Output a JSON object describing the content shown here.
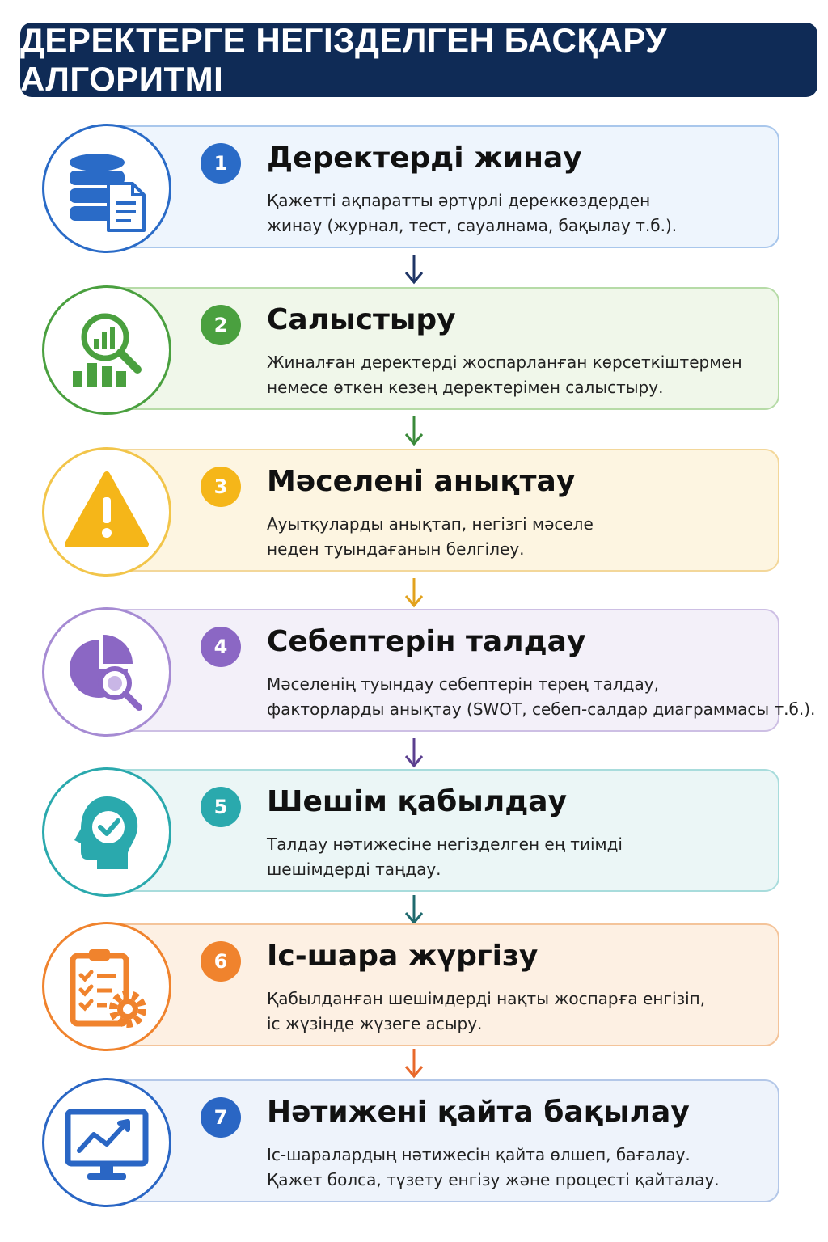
{
  "header": {
    "title": "ДЕРЕКТЕРГЕ НЕГІЗДЕЛГЕН БАСҚАРУ АЛГОРИТМІ"
  },
  "steps": [
    {
      "number": "1",
      "title": "Деректерді жинау",
      "desc1": "Қажетті ақпаратты әртүрлі дереккөздерден",
      "desc2": "жинау (журнал, тест, сауалнама, бақылау т.б.).",
      "icon": "database-document-icon",
      "color": "#2a6bc7",
      "bg": "#eef5fd",
      "border": "#a9c7ec"
    },
    {
      "number": "2",
      "title": "Салыстыру",
      "desc1": "Жиналған деректерді жоспарланған көрсеткіштермен",
      "desc2": "немесе өткен кезең деректерімен салыстыру.",
      "icon": "chart-magnifier-icon",
      "color": "#4aa03f",
      "bg": "#f0f7ea",
      "border": "#b6dba7"
    },
    {
      "number": "3",
      "title": "Мәселені анықтау",
      "desc1": "Ауытқуларды анықтап, негізгі мәселе",
      "desc2": "неден туындағанын белгілеу.",
      "icon": "warning-icon",
      "color": "#f2b318",
      "bg": "#fdf5e1",
      "border": "#f3d79a"
    },
    {
      "number": "4",
      "title": "Себептерін талдау",
      "desc1": "Мәселенің туындау себептерін терең талдау,",
      "desc2": "факторларды анықтау (SWOT, себеп-салдар диаграммасы т.б.).",
      "icon": "pie-chart-magnifier-icon",
      "color": "#8b67c4",
      "bg": "#f3f0f9",
      "border": "#cdbfe4"
    },
    {
      "number": "5",
      "title": "Шешім қабылдау",
      "desc1": "Талдау нәтижесіне негізделген ең тиімді",
      "desc2": "шешімдерді таңдау.",
      "icon": "head-checkmark-icon",
      "color": "#2aa9ad",
      "bg": "#ebf6f6",
      "border": "#a8dcdc"
    },
    {
      "number": "6",
      "title": "Іс-шара жүргізу",
      "desc1": "Қабылданған шешімдерді нақты жоспарға енгізіп,",
      "desc2": "іс жүзінде жүзеге асыру.",
      "icon": "clipboard-gear-icon",
      "color": "#f0832d",
      "bg": "#fdf0e3",
      "border": "#f4c49a"
    },
    {
      "number": "7",
      "title": "Нәтижені қайта бақылау",
      "desc1": "Іс-шаралардың нәтижесін қайта өлшеп, бағалау.",
      "desc2": "Қажет болса, түзету енгізу және процесті қайталау.",
      "icon": "monitor-chart-icon",
      "color": "#2a66c4",
      "bg": "#eef3fb",
      "border": "#b3c7e8"
    }
  ],
  "arrows": [
    "#1f3566",
    "#3a8a3a",
    "#e2a21e",
    "#5b3f8f",
    "#1f6a6e",
    "#e8692b"
  ]
}
